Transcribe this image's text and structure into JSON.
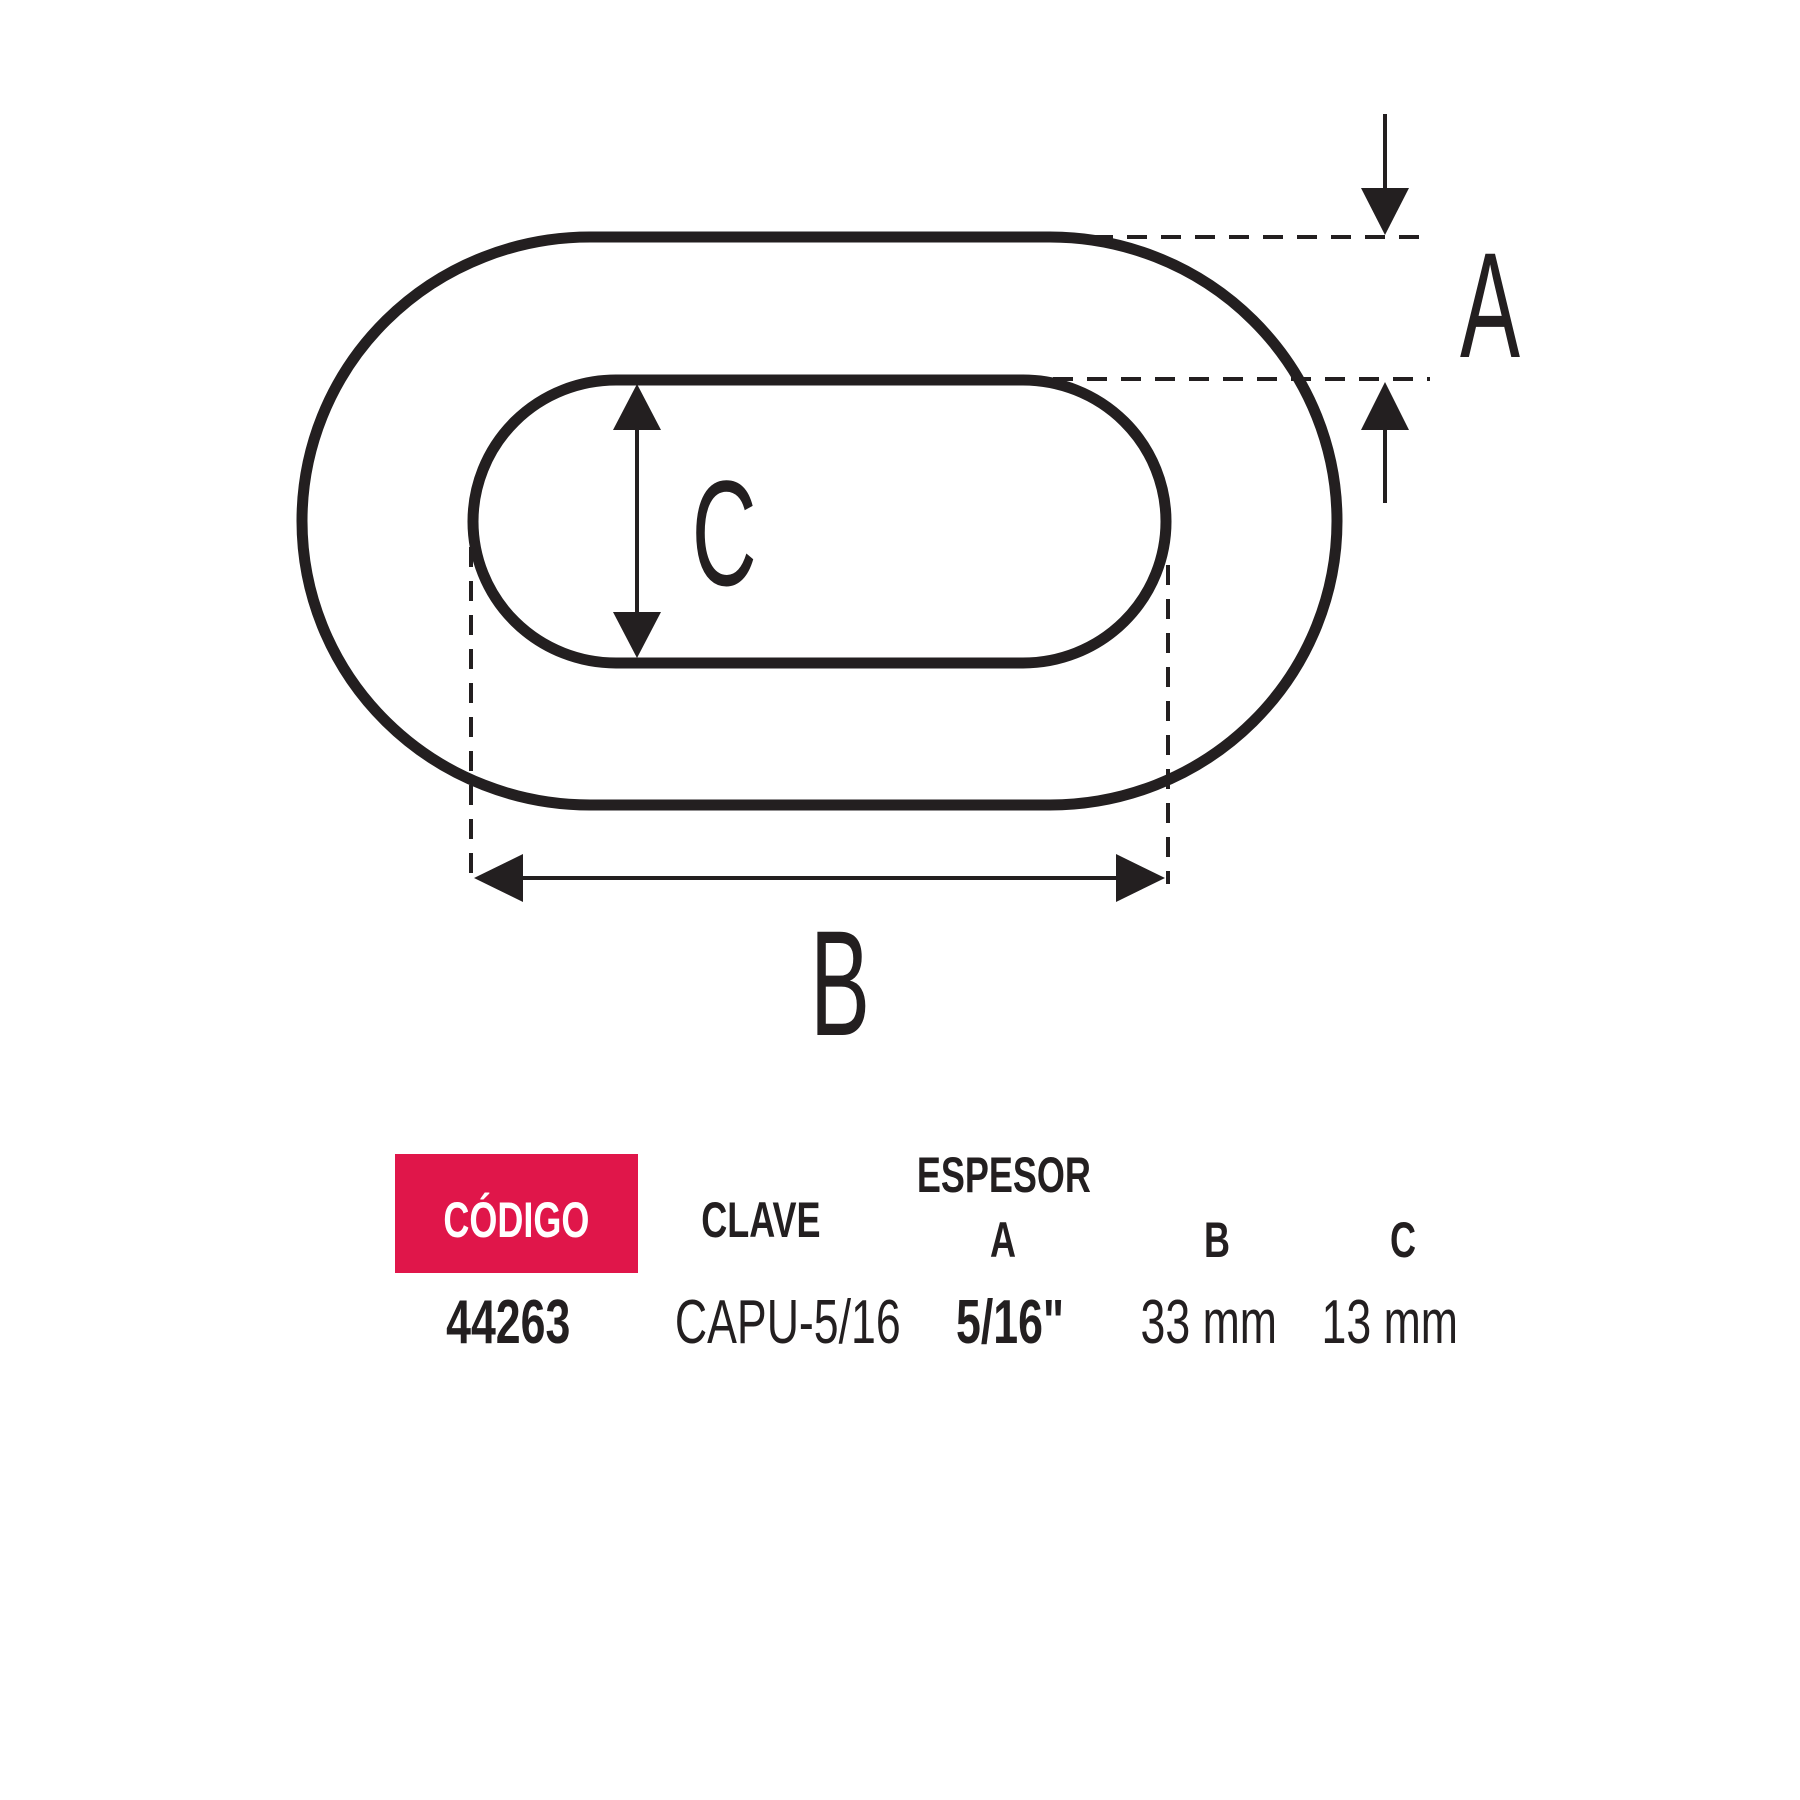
{
  "diagram": {
    "labels": {
      "a": "A",
      "b": "B",
      "c": "C"
    }
  },
  "table": {
    "headers": {
      "codigo": "CÓDIGO",
      "clave": "CLAVE",
      "espesor": "ESPESOR",
      "a": "A",
      "b": "B",
      "c": "C"
    },
    "row": {
      "codigo": "44263",
      "clave": "CAPU-5/16",
      "a": "5/16\"",
      "b": "33 mm",
      "c": "13 mm"
    }
  },
  "colors": {
    "accent": "#e0164a",
    "ink": "#231f20"
  }
}
